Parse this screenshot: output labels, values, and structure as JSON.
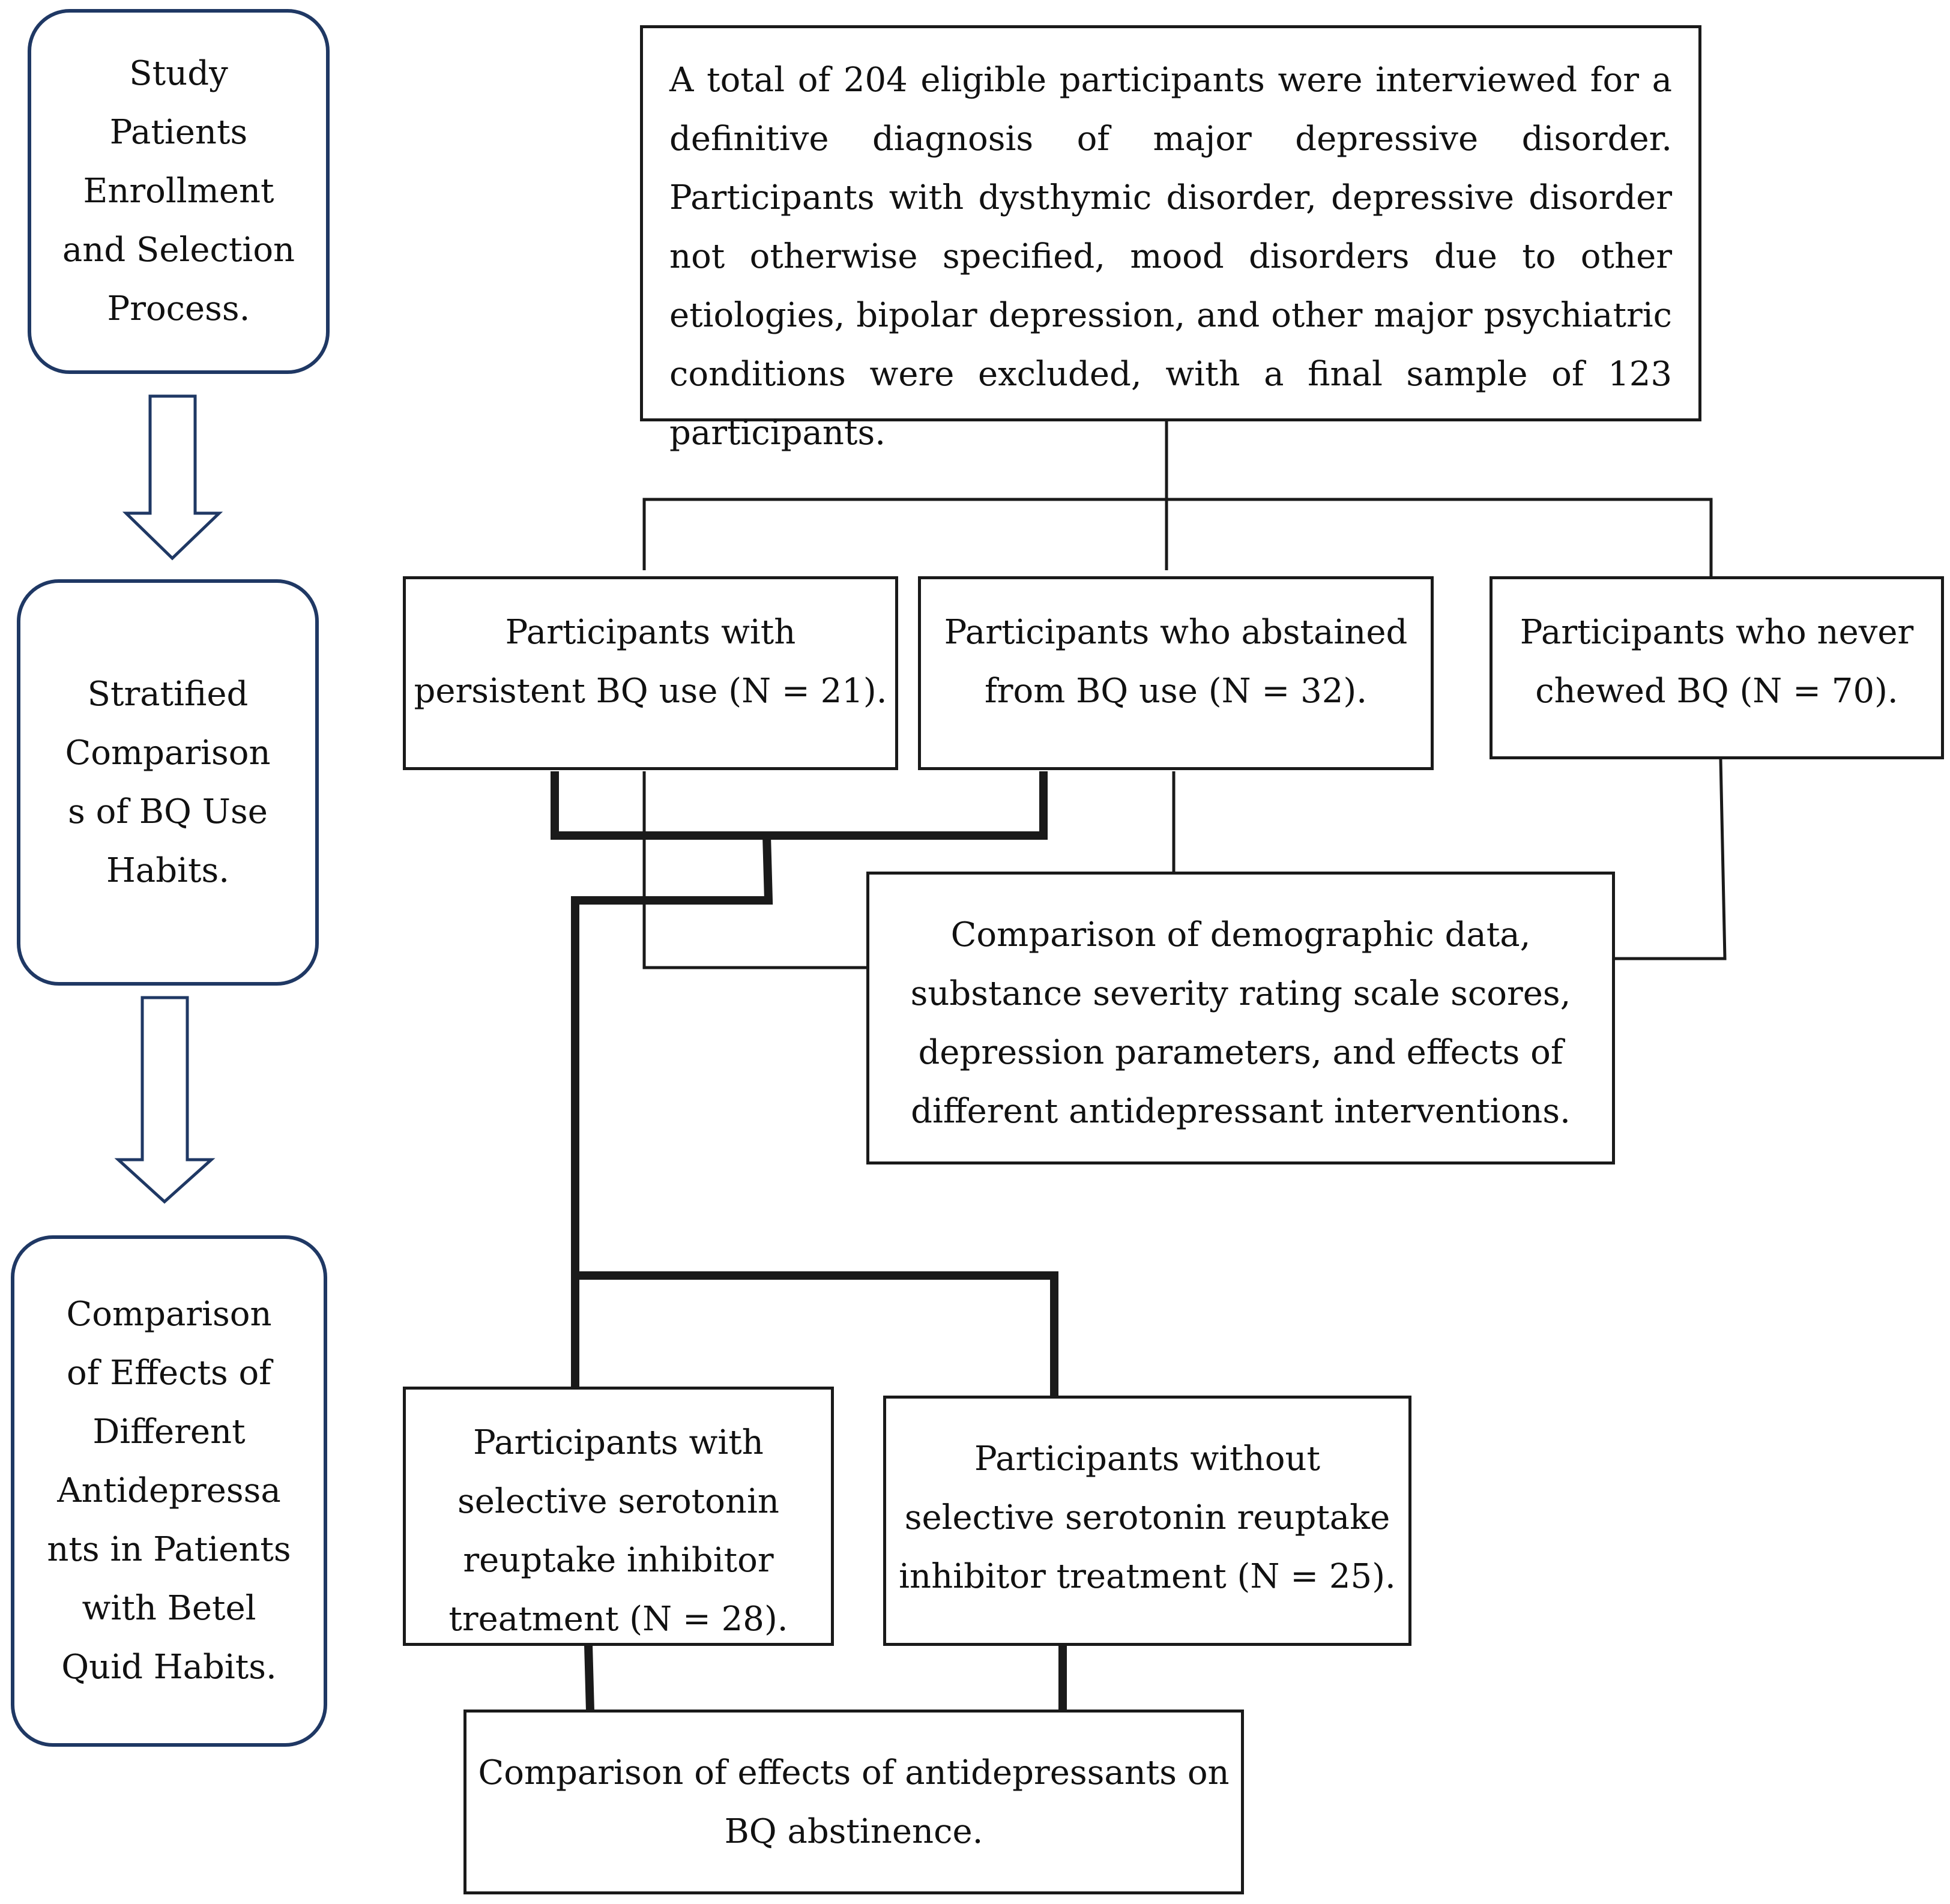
{
  "stages": [
    {
      "id": "enrollment",
      "text": "Study\nPatients\nEnrollment\nand Selection\nProcess."
    },
    {
      "id": "stratified",
      "text": "Stratified\nComparison\ns of BQ Use\nHabits."
    },
    {
      "id": "antidepressants",
      "text": "Comparison\nof Effects of\nDifferent\nAntidepressa\nnts in Patients\nwith Betel\nQuid Habits."
    }
  ],
  "boxes": {
    "enrollment": "A total of 204 eligible participants were interviewed for a definitive diagnosis of major depressive disorder. Participants with dysthymic disorder, depressive disorder not otherwise specified, mood disorders due to other etiologies, bipolar depression, and other major psychiatric conditions were excluded, with a final sample of 123 participants.",
    "persistent": "Participants with\npersistent BQ use (N = 21).",
    "abstained": "Participants who abstained\nfrom BQ use (N = 32).",
    "never": "Participants who never\nchewed BQ (N = 70).",
    "comparison": "Comparison of demographic data,\nsubstance severity rating scale scores,\ndepression parameters, and effects of\ndifferent antidepressant interventions.",
    "ssri_with": "Participants with\nselective serotonin\nreuptake inhibitor\ntreatment (N = 28).",
    "ssri_without": "Participants without\nselective serotonin reuptake\ninhibitor treatment (N = 25).",
    "abstinence": "Comparison of effects of antidepressants on\nBQ abstinence."
  }
}
